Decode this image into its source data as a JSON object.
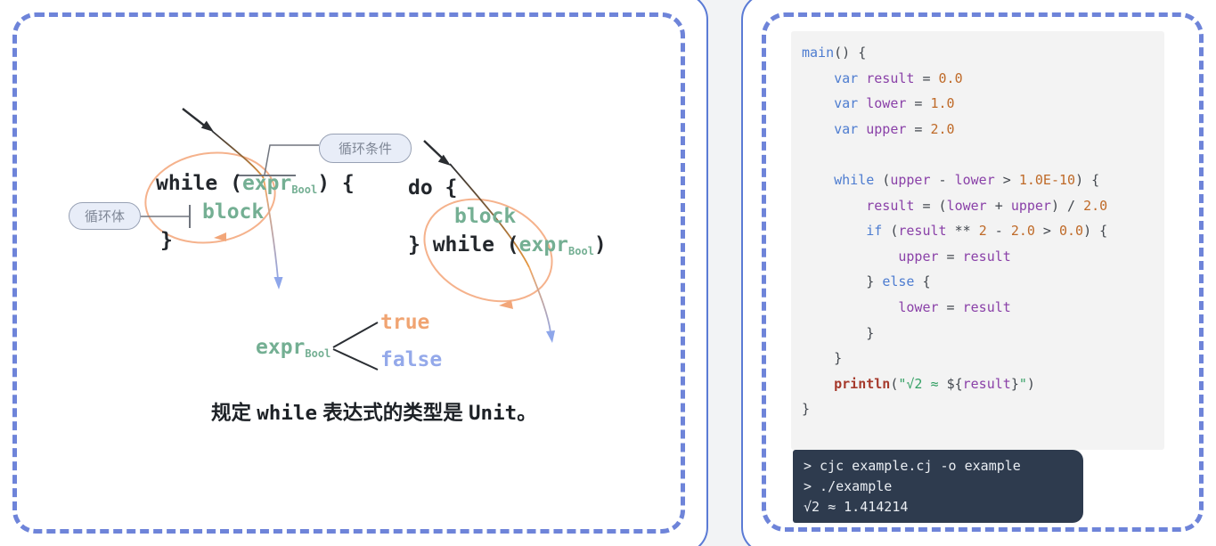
{
  "palette": {
    "dashed_border": "#6e84d9",
    "solid_border": "#5b7bd5",
    "loop_ellipse_orange": "#f5b28c",
    "arrow_orange": "#f0a472",
    "arrow_blue": "#8ea6ea",
    "diagram_green": "#74af93",
    "keyword_blue": "#4d7cd0",
    "identifier_purple": "#8a41a8",
    "number_orange": "#bf6a28",
    "string_green": "#35a065",
    "println_red": "#a63a2c",
    "terminal_bg": "#2e3b4e",
    "code_bg": "#f3f3f3"
  },
  "left": {
    "condition_label": "循环条件",
    "body_label": "循环体",
    "while_form": {
      "open": "while (",
      "expr": "expr",
      "sub": "Bool",
      "close": ") {",
      "block": "block",
      "end": "}"
    },
    "do_form": {
      "open": "do {",
      "block": "block",
      "close": "} while (",
      "expr": "expr",
      "sub": "Bool",
      "end": ")"
    },
    "branch": {
      "expr": "expr",
      "sub": "Bool",
      "truthy": "true",
      "falsy": "false"
    },
    "caption": [
      {
        "text": "规定 ",
        "mono": false
      },
      {
        "text": "while",
        "mono": true
      },
      {
        "text": " 表达式的类型是 ",
        "mono": false
      },
      {
        "text": "Unit",
        "mono": true
      },
      {
        "text": "。",
        "mono": false
      }
    ]
  },
  "right": {
    "code_lines": [
      [
        {
          "t": "main",
          "c": "kw"
        },
        {
          "t": "() {",
          "c": "pn"
        }
      ],
      [
        {
          "t": "    ",
          "c": "pn"
        },
        {
          "t": "var",
          "c": "kw"
        },
        {
          "t": " ",
          "c": "pn"
        },
        {
          "t": "result",
          "c": "id"
        },
        {
          "t": " = ",
          "c": "pn"
        },
        {
          "t": "0.0",
          "c": "nu"
        }
      ],
      [
        {
          "t": "    ",
          "c": "pn"
        },
        {
          "t": "var",
          "c": "kw"
        },
        {
          "t": " ",
          "c": "pn"
        },
        {
          "t": "lower",
          "c": "id"
        },
        {
          "t": " = ",
          "c": "pn"
        },
        {
          "t": "1.0",
          "c": "nu"
        }
      ],
      [
        {
          "t": "    ",
          "c": "pn"
        },
        {
          "t": "var",
          "c": "kw"
        },
        {
          "t": " ",
          "c": "pn"
        },
        {
          "t": "upper",
          "c": "id"
        },
        {
          "t": " = ",
          "c": "pn"
        },
        {
          "t": "2.0",
          "c": "nu"
        }
      ],
      [],
      [
        {
          "t": "    ",
          "c": "pn"
        },
        {
          "t": "while",
          "c": "kw"
        },
        {
          "t": " (",
          "c": "pn"
        },
        {
          "t": "upper",
          "c": "id"
        },
        {
          "t": " - ",
          "c": "pn"
        },
        {
          "t": "lower",
          "c": "id"
        },
        {
          "t": " > ",
          "c": "pn"
        },
        {
          "t": "1.0E-10",
          "c": "nu"
        },
        {
          "t": ") {",
          "c": "pn"
        }
      ],
      [
        {
          "t": "        ",
          "c": "pn"
        },
        {
          "t": "result",
          "c": "id"
        },
        {
          "t": " = (",
          "c": "pn"
        },
        {
          "t": "lower",
          "c": "id"
        },
        {
          "t": " + ",
          "c": "pn"
        },
        {
          "t": "upper",
          "c": "id"
        },
        {
          "t": ") / ",
          "c": "pn"
        },
        {
          "t": "2.0",
          "c": "nu"
        }
      ],
      [
        {
          "t": "        ",
          "c": "pn"
        },
        {
          "t": "if",
          "c": "kw"
        },
        {
          "t": " (",
          "c": "pn"
        },
        {
          "t": "result",
          "c": "id"
        },
        {
          "t": " ** ",
          "c": "pn"
        },
        {
          "t": "2",
          "c": "nu"
        },
        {
          "t": " - ",
          "c": "pn"
        },
        {
          "t": "2.0",
          "c": "nu"
        },
        {
          "t": " > ",
          "c": "pn"
        },
        {
          "t": "0.0",
          "c": "nu"
        },
        {
          "t": ") {",
          "c": "pn"
        }
      ],
      [
        {
          "t": "            ",
          "c": "pn"
        },
        {
          "t": "upper",
          "c": "id"
        },
        {
          "t": " = ",
          "c": "pn"
        },
        {
          "t": "result",
          "c": "id"
        }
      ],
      [
        {
          "t": "        } ",
          "c": "pn"
        },
        {
          "t": "else",
          "c": "kw"
        },
        {
          "t": " {",
          "c": "pn"
        }
      ],
      [
        {
          "t": "            ",
          "c": "pn"
        },
        {
          "t": "lower",
          "c": "id"
        },
        {
          "t": " = ",
          "c": "pn"
        },
        {
          "t": "result",
          "c": "id"
        }
      ],
      [
        {
          "t": "        }",
          "c": "pn"
        }
      ],
      [
        {
          "t": "    }",
          "c": "pn"
        }
      ],
      [
        {
          "t": "    ",
          "c": "pn"
        },
        {
          "t": "println",
          "c": "fn"
        },
        {
          "t": "(",
          "c": "pn"
        },
        {
          "t": "\"√2 ≈ ",
          "c": "st"
        },
        {
          "t": "${",
          "c": "pn"
        },
        {
          "t": "result",
          "c": "id"
        },
        {
          "t": "}",
          "c": "pn"
        },
        {
          "t": "\"",
          "c": "st"
        },
        {
          "t": ")",
          "c": "pn"
        }
      ],
      [
        {
          "t": "}",
          "c": "pn"
        }
      ]
    ],
    "terminal_lines": [
      "> cjc example.cj -o example",
      "> ./example",
      "√2 ≈ 1.414214"
    ]
  }
}
